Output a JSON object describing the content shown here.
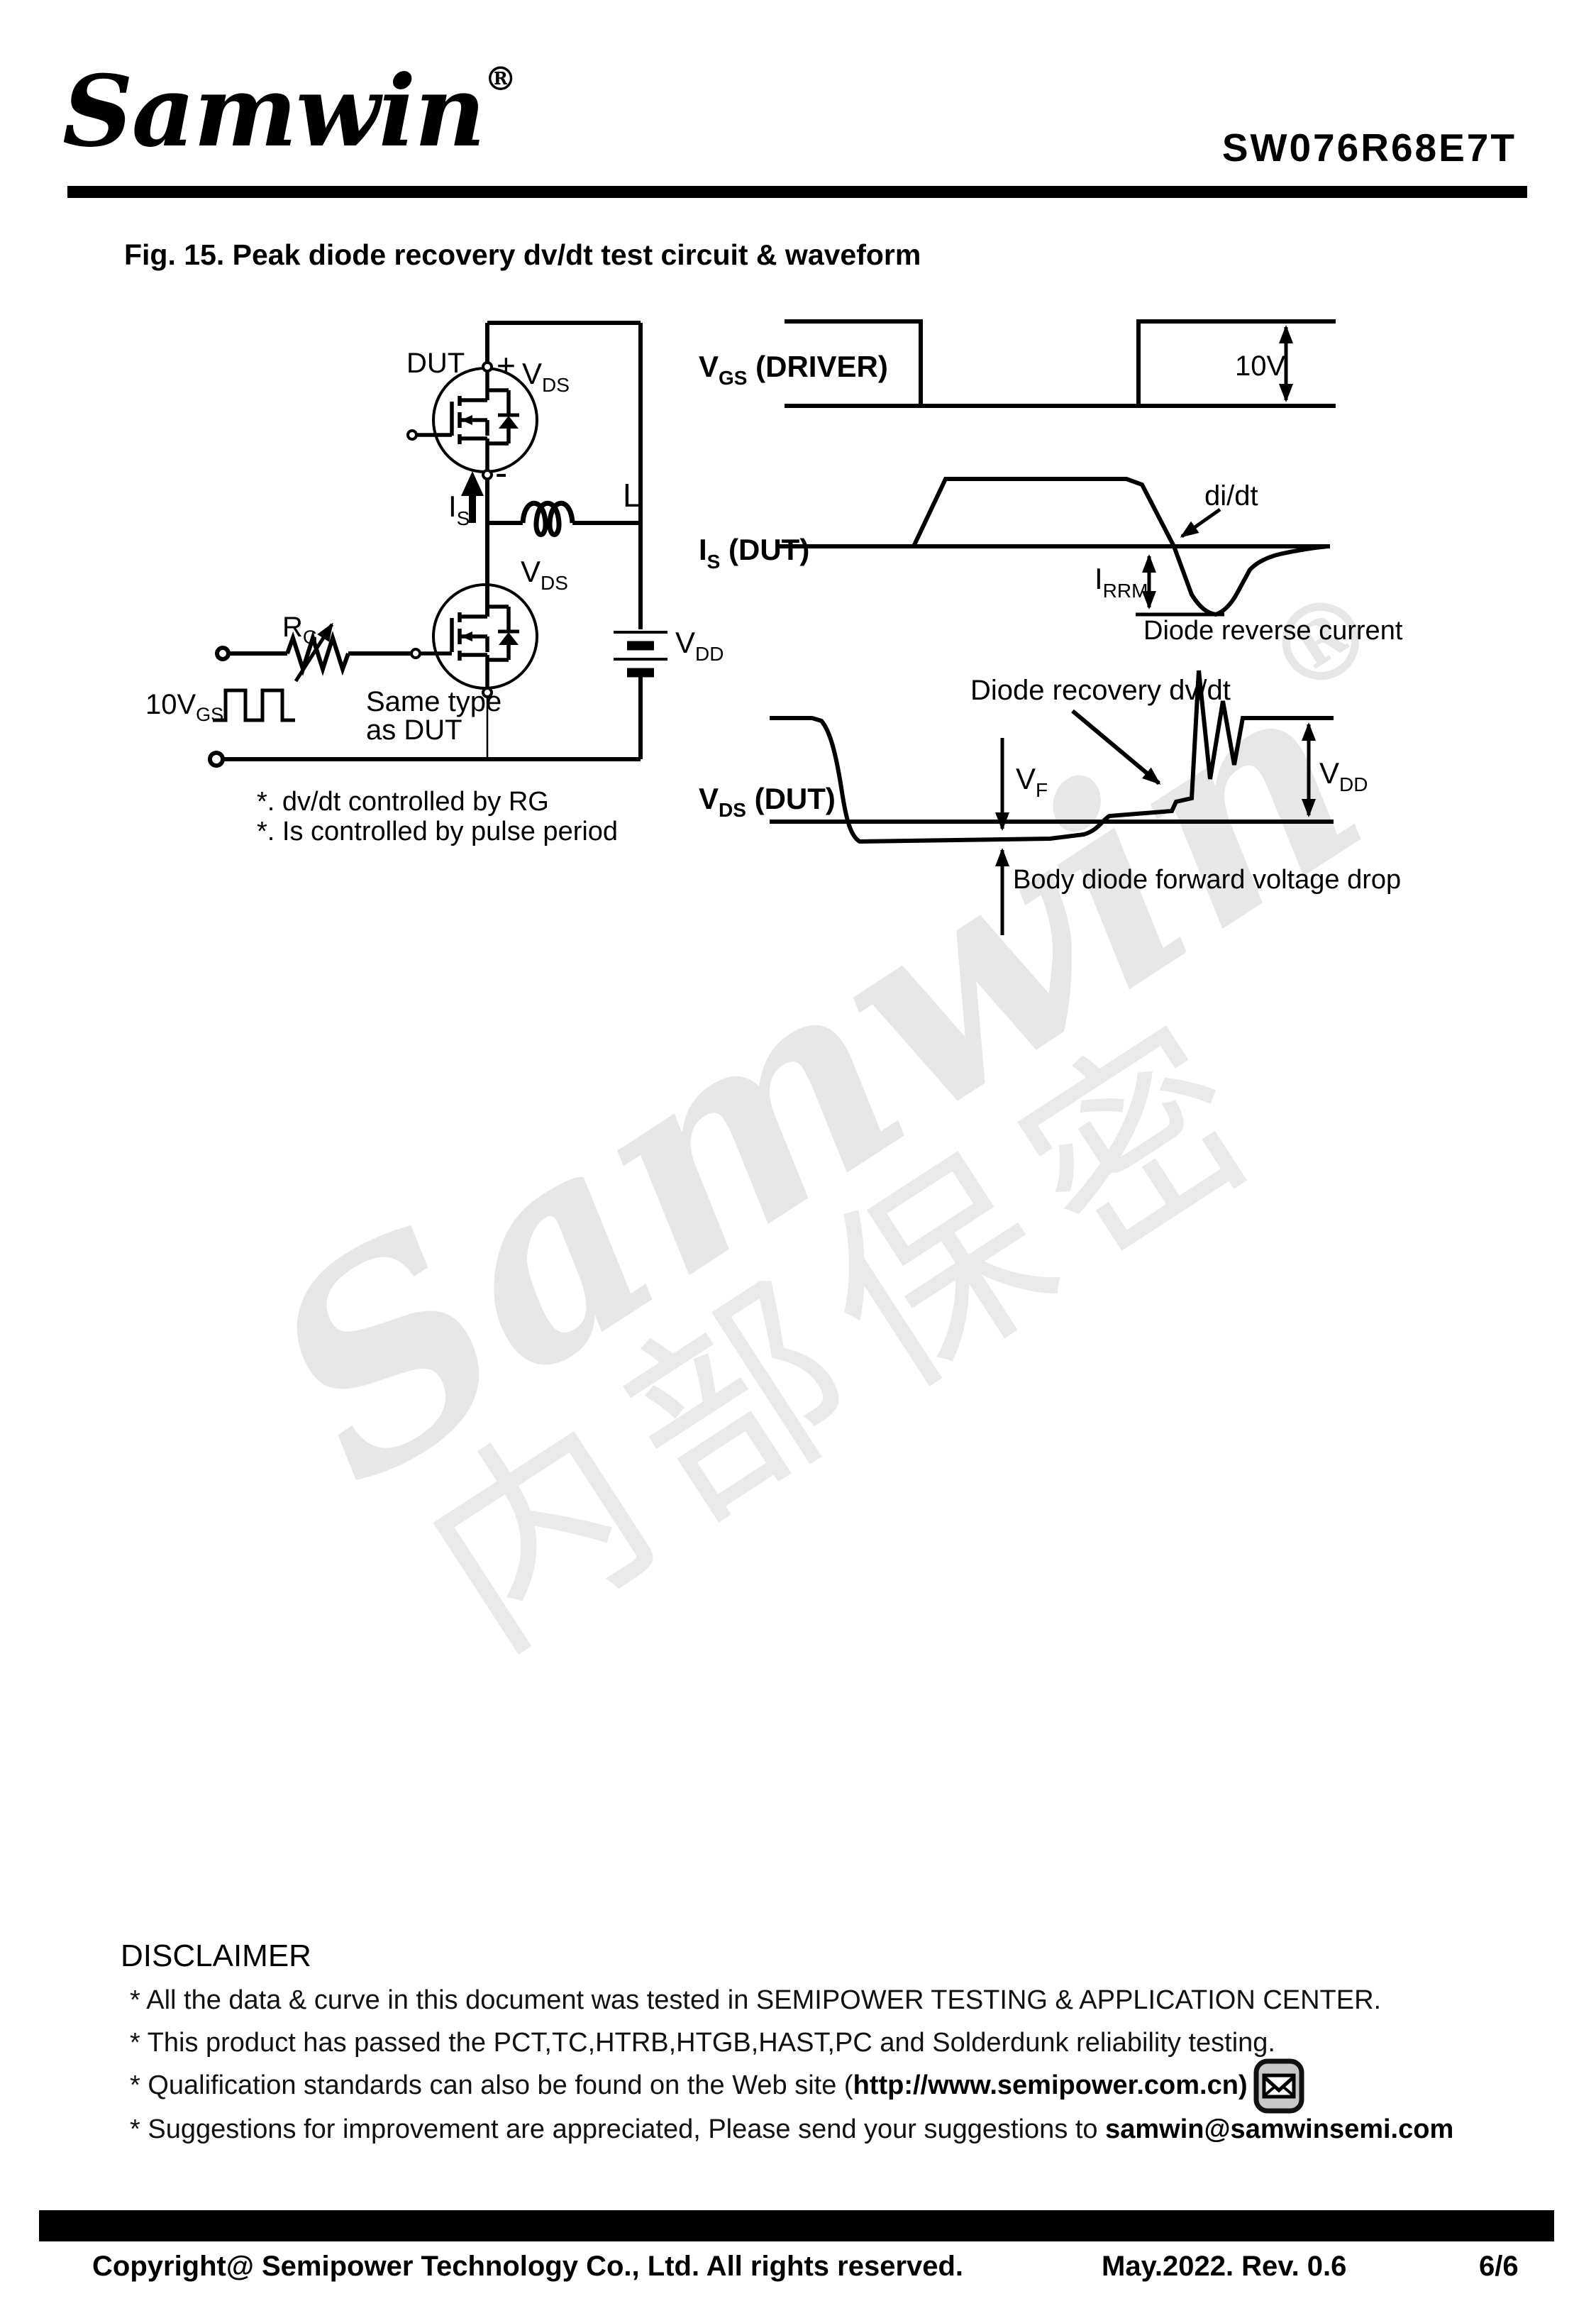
{
  "header": {
    "logo": "Samwin",
    "registered": "®",
    "part_number": "SW076R68E7T"
  },
  "figure": {
    "title": "Fig. 15. Peak diode recovery dv/dt test circuit & waveform"
  },
  "circuit": {
    "dut_label": "DUT",
    "plus": "+",
    "minus": "-",
    "vds_main": "V",
    "vds_sub": "DS",
    "is_main": "I",
    "is_sub": "S",
    "inductor": "L",
    "rg_main": "R",
    "rg_sub": "G",
    "vgs_source_main": "10V",
    "vgs_source_sub": "GS",
    "same_type_line1": "Same type",
    "same_type_line2": "as DUT",
    "vdd_main": "V",
    "vdd_sub": "DD",
    "note1": "*. dv/dt controlled by RG",
    "note2": "*. Is controlled by pulse period"
  },
  "waveforms": {
    "vgs_label_main": "V",
    "vgs_label_sub": "GS",
    "vgs_label_rest": " (DRIVER)",
    "vgs_amplitude": "10V",
    "is_label_main": "I",
    "is_label_sub": "S",
    "is_label_rest": " (DUT)",
    "didt": "di/dt",
    "irrm_main": "I",
    "irrm_sub": "RRM",
    "reverse_current": "Diode reverse current",
    "vds_label_main": "V",
    "vds_label_sub": "DS",
    "vds_label_rest": " (DUT)",
    "recovery": "Diode recovery dv/dt",
    "vf_main": "V",
    "vf_sub": "F",
    "vdd_main": "V",
    "vdd_sub": "DD",
    "body_diode": "Body diode forward voltage drop"
  },
  "watermark": {
    "text": "Samwin",
    "registered": "®",
    "cn": "内部保密"
  },
  "disclaimer": {
    "heading": "DISCLAIMER",
    "line1": "* All the data & curve in this document was tested in SEMIPOWER TESTING & APPLICATION CENTER.",
    "line2": "* This product has passed the PCT,TC,HTRB,HTGB,HAST,PC and Solderdunk reliability testing.",
    "line3_pre": "* Qualification standards can also be found on the Web site (",
    "line3_url": "http://www.semipower.com.cn",
    "line3_post": ")",
    "line4_pre": "* Suggestions for improvement are appreciated, Please send your suggestions to ",
    "line4_email": "samwin@samwinsemi.com"
  },
  "footer": {
    "copyright": "Copyright@ Semipower Technology Co., Ltd. All rights reserved.",
    "revision": "May.2022. Rev. 0.6",
    "page": "6/6"
  },
  "colors": {
    "ink": "#000000",
    "watermark": "#e7e7e7",
    "icon_bg": "#c8c8c8"
  }
}
